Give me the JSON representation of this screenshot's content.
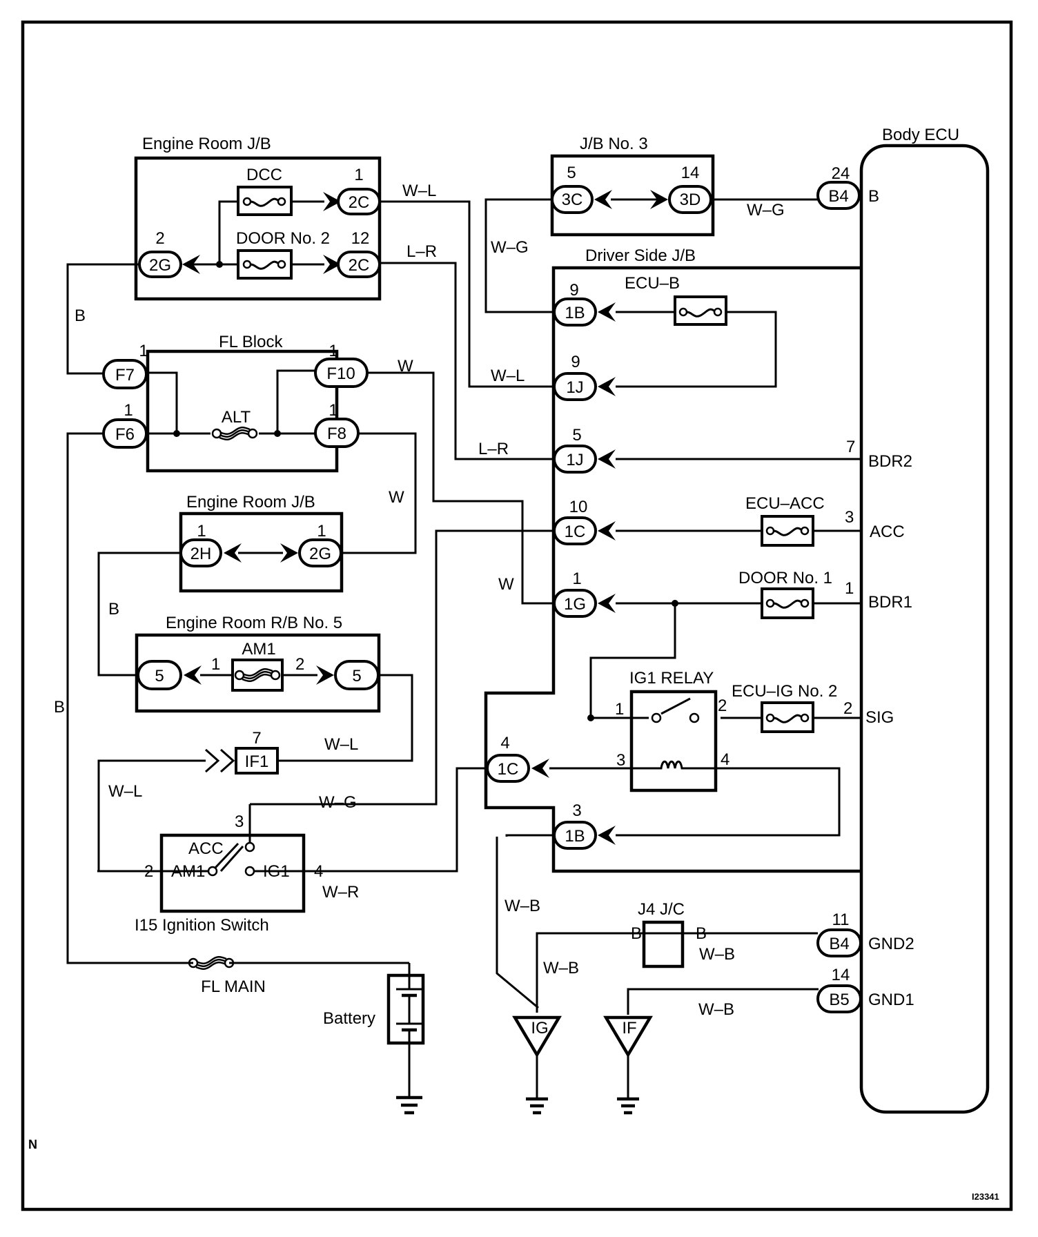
{
  "diagram": {
    "title": "Body ECU power source circuit",
    "figure_id": "I23341",
    "page_marker": "N"
  },
  "components": {
    "engine_room_jb_top": {
      "label": "Engine Room J/B",
      "fuse_dcc": "DCC",
      "fuse_door2": "DOOR No. 2",
      "conn_2g": {
        "code": "2G",
        "pin": "2"
      },
      "conn_2c_a": {
        "code": "2C",
        "pin": "1"
      },
      "conn_2c_b": {
        "code": "2C",
        "pin": "12"
      }
    },
    "jb_no3": {
      "label": "J/B No. 3",
      "conn_3c": {
        "code": "3C",
        "pin": "5"
      },
      "conn_3d": {
        "code": "3D",
        "pin": "14"
      }
    },
    "body_ecu": {
      "label": "Body ECU",
      "terminals": {
        "b": "B",
        "bdr2": "BDR2",
        "acc": "ACC",
        "bdr1": "BDR1",
        "sig": "SIG",
        "gnd2": "GND2",
        "gnd1": "GND1"
      },
      "conn_b4_top": {
        "code": "B4",
        "pin": "24"
      },
      "conn_b4_gnd": {
        "code": "B4",
        "pin": "11"
      },
      "conn_b5": {
        "code": "B5",
        "pin": "14"
      },
      "pins": {
        "bdr2": "7",
        "acc": "3",
        "bdr1": "1",
        "sig": "2"
      }
    },
    "driver_side_jb": {
      "label": "Driver Side J/B",
      "fuse_ecub": "ECU–B",
      "fuse_ecuacc": "ECU–ACC",
      "fuse_door1": "DOOR No. 1",
      "fuse_ecuig2": "ECU–IG No. 2",
      "relay": "IG1 RELAY",
      "relay_pins": {
        "p1": "1",
        "p2": "2",
        "p3": "3",
        "p4": "4"
      },
      "conn_1b_a": {
        "code": "1B",
        "pin": "9"
      },
      "conn_1j_a": {
        "code": "1J",
        "pin": "9"
      },
      "conn_1j_b": {
        "code": "1J",
        "pin": "5"
      },
      "conn_1c_a": {
        "code": "1C",
        "pin": "10"
      },
      "conn_1g": {
        "code": "1G",
        "pin": "1"
      },
      "conn_1c_b": {
        "code": "1C",
        "pin": "4"
      },
      "conn_1b_b": {
        "code": "1B",
        "pin": "3"
      }
    },
    "fl_block": {
      "label": "FL Block",
      "fuse": "ALT",
      "conn_f7": {
        "code": "F7",
        "pin": "1"
      },
      "conn_f6": {
        "code": "F6",
        "pin": "1"
      },
      "conn_f10": {
        "code": "F10",
        "pin": "1"
      },
      "conn_f8": {
        "code": "F8",
        "pin": "1"
      }
    },
    "engine_room_jb_mid": {
      "label": "Engine Room J/B",
      "conn_2h": {
        "code": "2H",
        "pin": "1"
      },
      "conn_2g": {
        "code": "2G",
        "pin": "1"
      }
    },
    "engine_room_rb5": {
      "label": "Engine Room R/B No. 5",
      "fuse": "AM1",
      "pin_left": "1",
      "pin_right": "2",
      "conn_l": "5",
      "conn_r": "5"
    },
    "if1": {
      "code": "IF1",
      "pin": "7"
    },
    "ignition_switch": {
      "label": "I15  Ignition Switch",
      "acc": "ACC",
      "am1": "AM1",
      "ig1": "IG1",
      "pin2": "2",
      "pin3": "3",
      "pin4": "4"
    },
    "fl_main": "FL MAIN",
    "battery": "Battery",
    "j4_jc": {
      "label": "J4 J/C",
      "left": "B",
      "right": "B"
    },
    "grounds": {
      "ig": "IG",
      "if": "IF"
    }
  },
  "wires": {
    "wl_top": "W–L",
    "lr_top": "L–R",
    "wg_top": "W–G",
    "wg_ecu": "W–G",
    "b_left": "B",
    "w_f10": "W",
    "w_f8": "W",
    "wl_1j": "W–L",
    "lr_1j": "L–R",
    "w_1g": "W",
    "b_mid": "B",
    "b_long": "B",
    "wl_if1": "W–L",
    "wl_left": "W–L",
    "wg_sw": "W–G",
    "wr_sw": "W–R",
    "wb_1": "W–B",
    "wb_2": "W–B",
    "wb_gnd2": "W–B",
    "wb_gnd1": "W–B"
  }
}
